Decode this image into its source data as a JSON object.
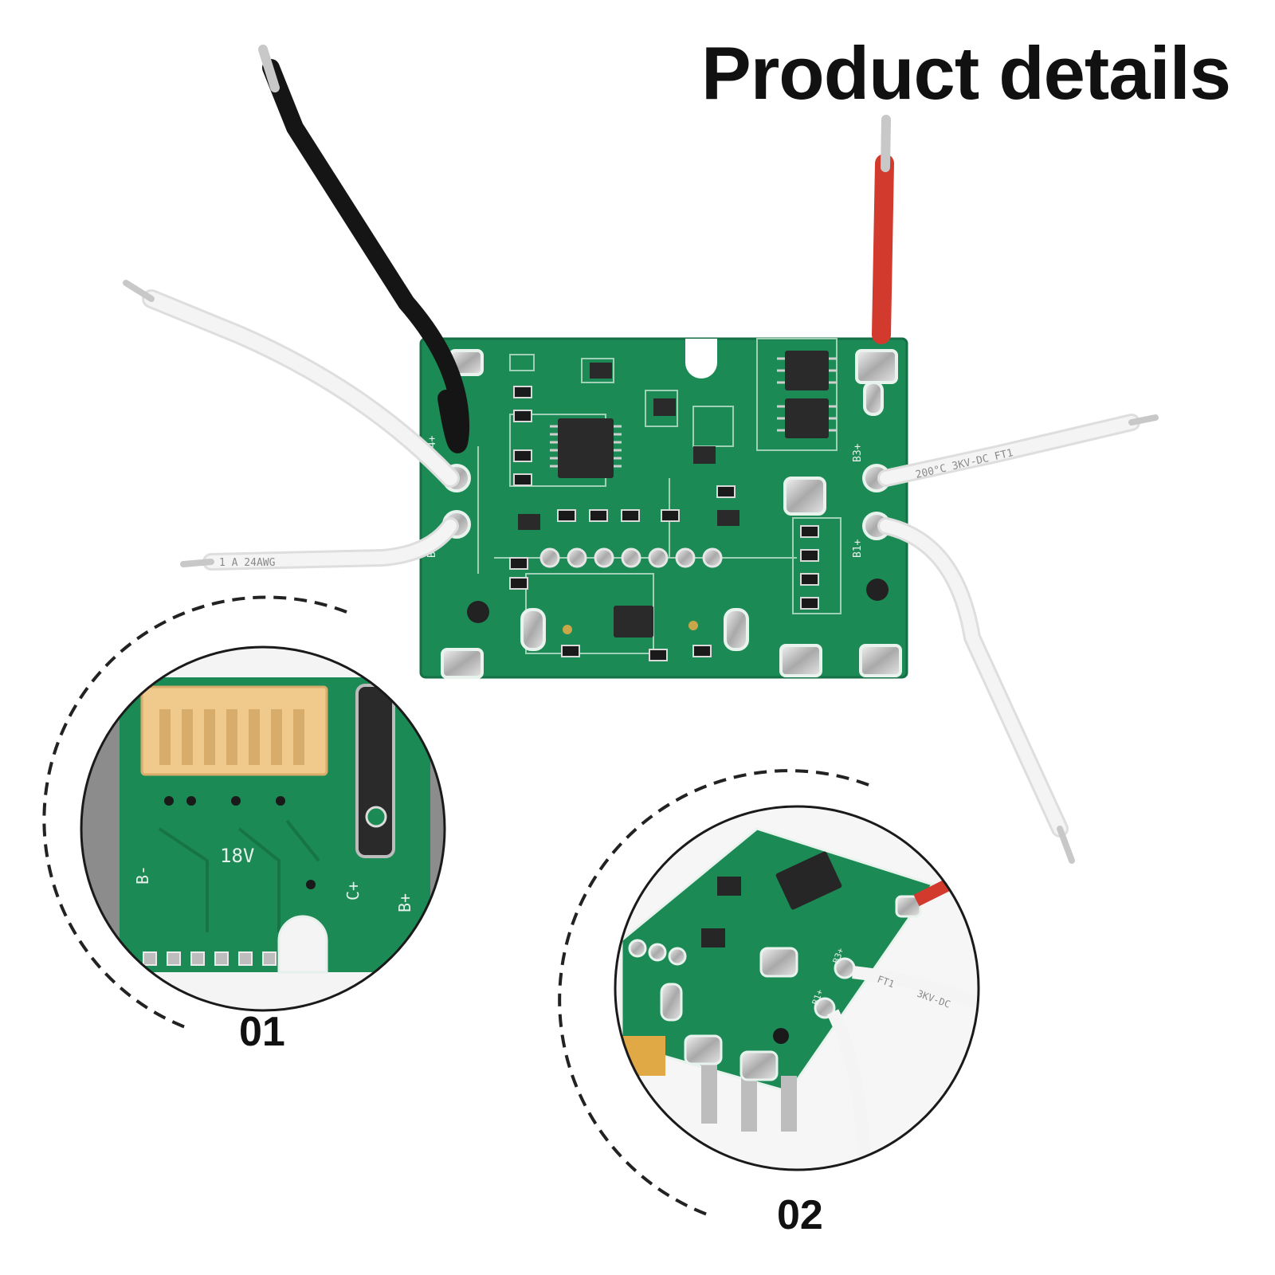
{
  "title": "Product details",
  "details": [
    {
      "label": "01",
      "board_text": [
        "18V",
        "B-",
        "C+",
        "B+"
      ]
    },
    {
      "label": "02",
      "board_text": [
        "B3+",
        "B1+",
        "3KV-DC",
        "FT1"
      ]
    }
  ],
  "main_board": {
    "pad_labels": [
      "B4+",
      "B3+",
      "B1+",
      "B-"
    ],
    "wire_print": [
      "200°C 3KV-DC FT1",
      "1 A 24AWG"
    ]
  },
  "colors": {
    "pcb_green": "#1c8a55",
    "wire_black": "#151515",
    "wire_red": "#d23a2e",
    "wire_white": "#f4f4f4",
    "connector": "#f0c98c"
  }
}
